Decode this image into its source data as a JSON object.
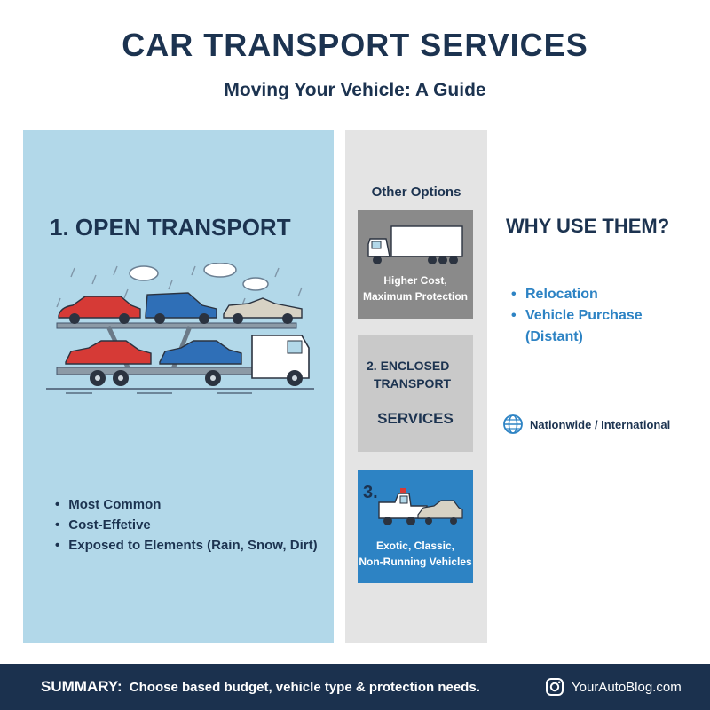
{
  "header": {
    "title": "CAR TRANSPORT SERVICES",
    "subtitle": "Moving Your Vehicle: A Guide"
  },
  "open_transport": {
    "heading": "1. OPEN TRANSPORT",
    "illustration_icon": "car-carrier-truck-icon",
    "bullets": [
      "Most Common",
      "Cost-Effetive",
      "Exposed to Elements (Rain, Snow, Dirt)"
    ]
  },
  "other_options": {
    "heading": "Other Options",
    "enclosed_card": {
      "icon": "box-truck-icon",
      "caption_line1": "Higher Cost,",
      "caption_line2": "Maximum Protection"
    },
    "enclosed_label_card": {
      "line1": "2. ENCLOSED",
      "line2": "TRANSPORT",
      "line3": "SERVICES"
    },
    "specialty_card": {
      "number": "3.",
      "icon": "tow-truck-icon",
      "caption_line1": "Exotic, Classic,",
      "caption_line2": "Non-Running Vehicles"
    }
  },
  "why": {
    "heading": "WHY USE THEM?",
    "reasons": [
      "Relocation",
      "Vehicle Purchase"
    ],
    "reason_continuation": "(Distant)",
    "coverage_icon": "globe-icon",
    "coverage": "Nationwide / International"
  },
  "footer": {
    "summary_label": "SUMMARY:",
    "summary_text": "Choose based budget, vehicle type & protection needs.",
    "social_icon": "instagram-icon",
    "blog": "YourAutoBlog.com"
  },
  "colors": {
    "navy": "#1c3350",
    "light_blue_panel": "#b2d8e9",
    "accent_blue": "#2d83c4",
    "gray_panel": "#e4e4e4",
    "footer_bg": "#1b314e"
  }
}
